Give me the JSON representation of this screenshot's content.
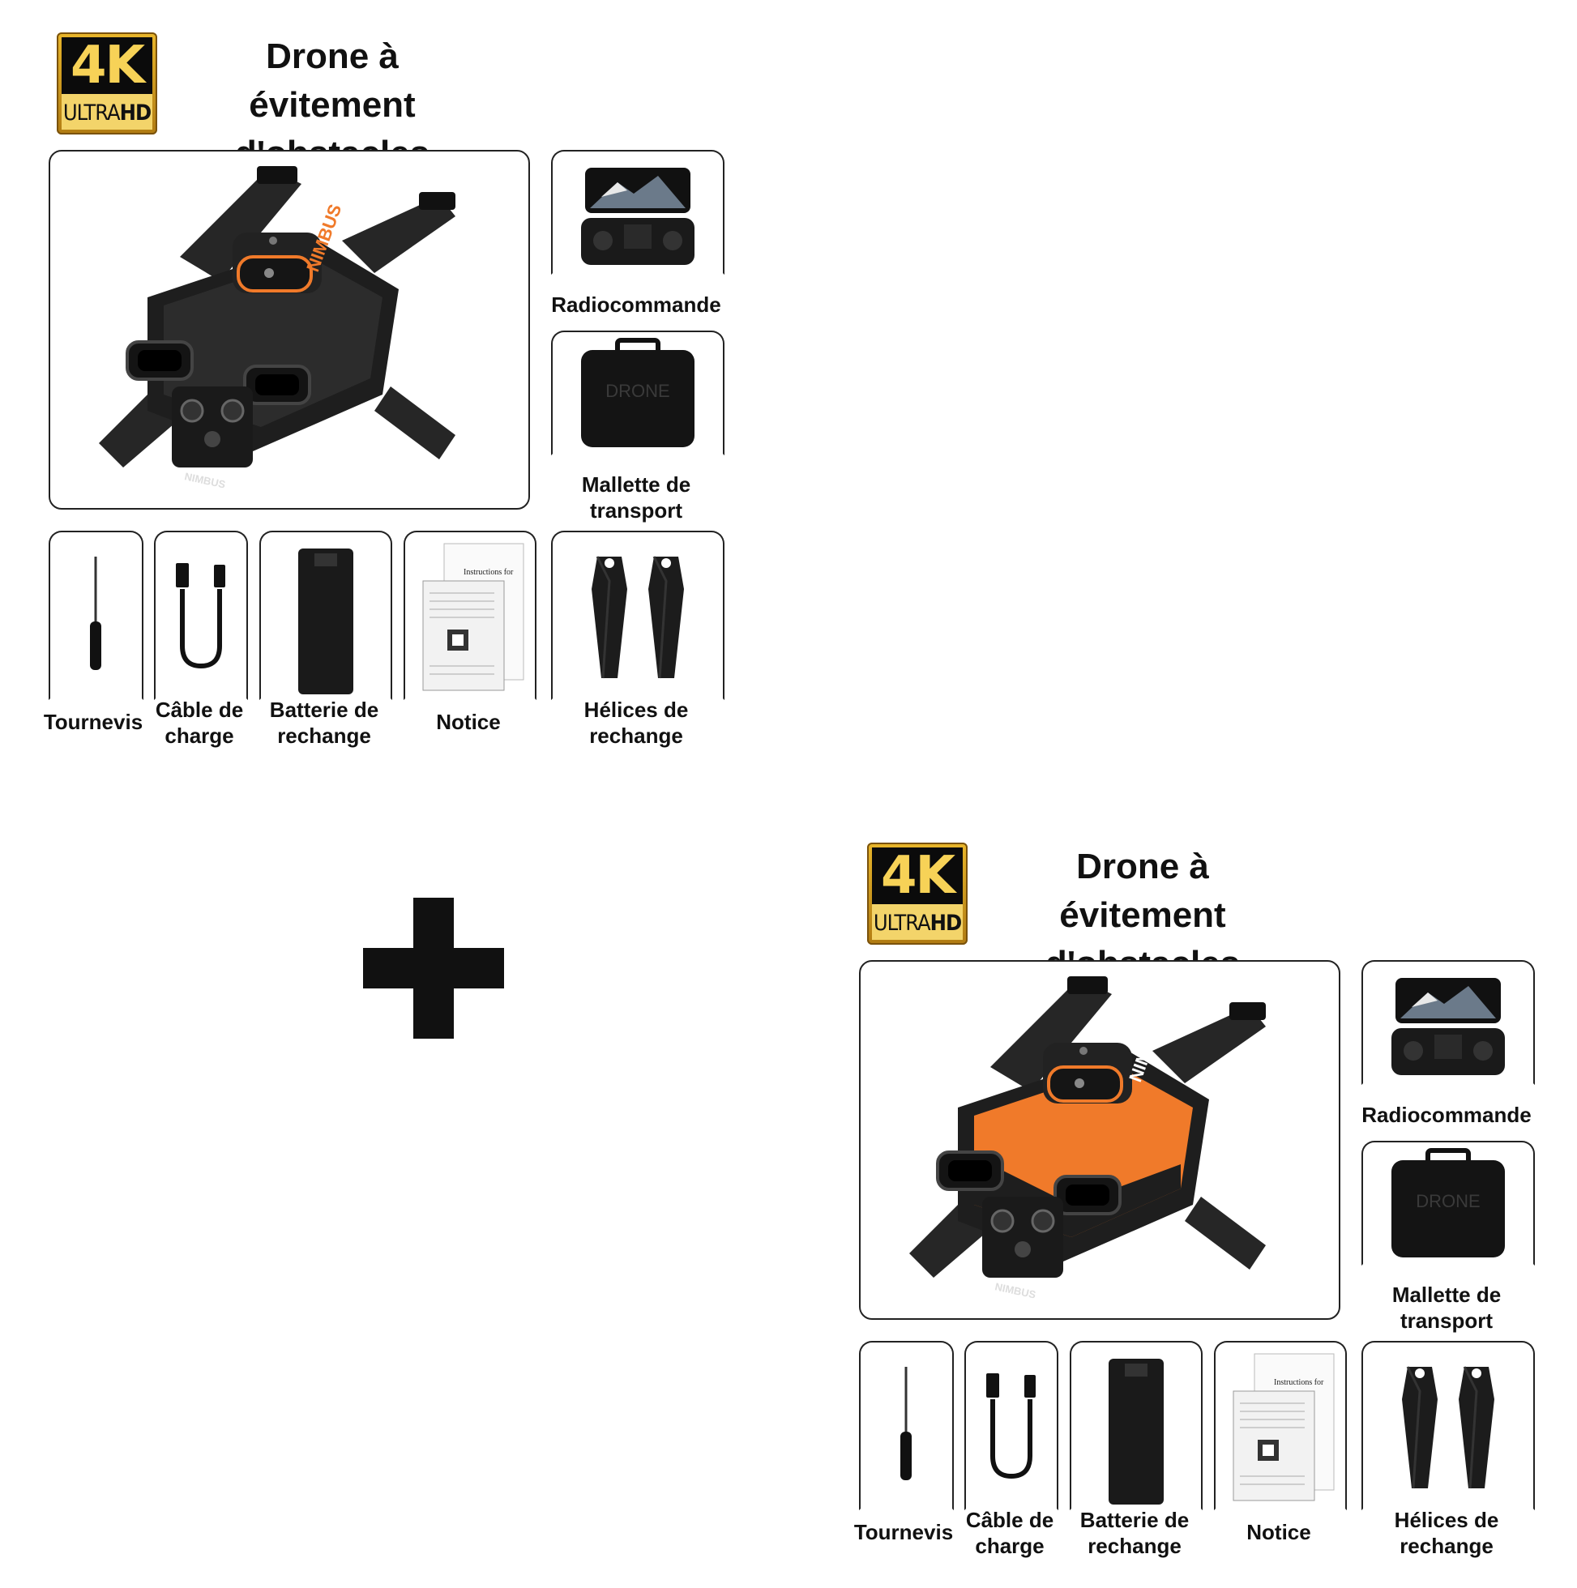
{
  "badge": {
    "main": "4K",
    "sub_light": "ULTRA",
    "sub_bold": "HD"
  },
  "title_line1": "Drone à évitement",
  "title_line2": "d'obstacles",
  "drone_brand": "NIMBUS",
  "case_text": "DRONE",
  "manual_heading": "Instructions for",
  "items": [
    "Radiocommande",
    "Mallette de transport",
    "Tournevis",
    "Câble de charge",
    "Batterie de rechange",
    "Notice",
    "Hélices de rechange"
  ],
  "labels": {
    "remote": "Radiocommande",
    "case_l1": "Mallette de",
    "case_l2": "transport",
    "screwdriver": "Tournevis",
    "cable_l1": "Câble de",
    "cable_l2": "charge",
    "battery_l1": "Batterie de",
    "battery_l2": "rechange",
    "manual": "Notice",
    "props_l1": "Hélices de",
    "props_l2": "rechange"
  },
  "colors": {
    "accent_orange": "#f07a2a",
    "dark": "#1c1c1c",
    "badge_gold": "#e0a92a"
  },
  "icons": {
    "plus": "plus-icon"
  }
}
